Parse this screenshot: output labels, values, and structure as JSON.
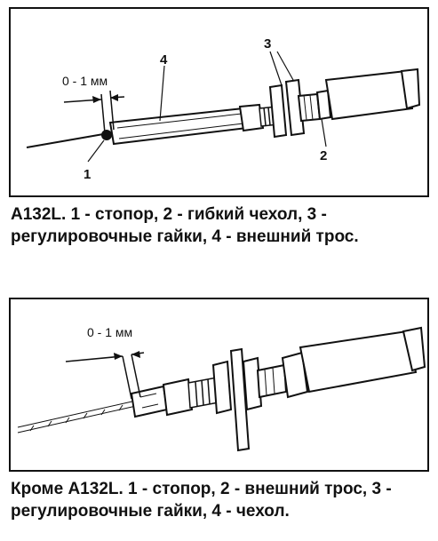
{
  "figure_1": {
    "dimension_label": "0 - 1 мм",
    "callouts": {
      "c1": "1",
      "c2": "2",
      "c3": "3",
      "c4": "4"
    },
    "caption": "А132L. 1 - стопор, 2 - гибкий чехол, 3 - регулировочные гайки, 4 - внешний трос."
  },
  "figure_2": {
    "dimension_label": "0 - 1 мм",
    "caption": "Кроме А132L. 1 - стопор, 2 - внешний трос, 3 - регулировочные гайки, 4 - чехол."
  }
}
